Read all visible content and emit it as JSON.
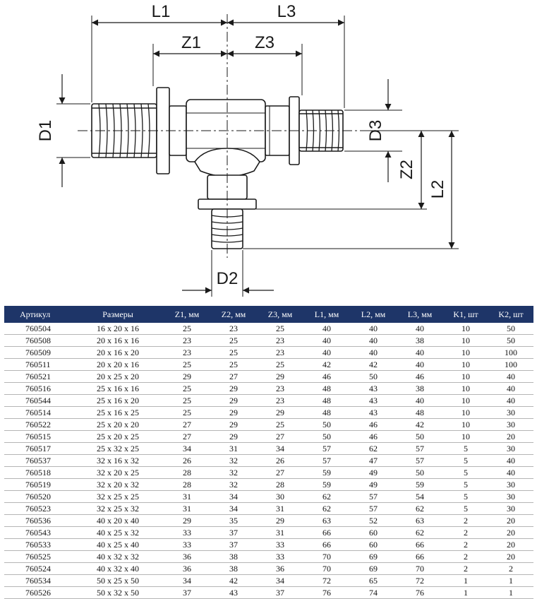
{
  "drawing": {
    "labels": {
      "L1": "L1",
      "L2": "L2",
      "L3": "L3",
      "Z1": "Z1",
      "Z2": "Z2",
      "Z3": "Z3",
      "D1": "D1",
      "D2": "D2",
      "D3": "D3"
    }
  },
  "table": {
    "headers": [
      "Артикул",
      "Размеры",
      "Z1, мм",
      "Z2, мм",
      "Z3, мм",
      "L1, мм",
      "L2, мм",
      "L3, мм",
      "K1, шт",
      "K2, шт"
    ],
    "rows": [
      [
        "760504",
        "16 x 20 x 16",
        "25",
        "23",
        "25",
        "40",
        "40",
        "40",
        "10",
        "50"
      ],
      [
        "760508",
        "20 x 16 x 16",
        "23",
        "25",
        "23",
        "40",
        "40",
        "38",
        "10",
        "50"
      ],
      [
        "760509",
        "20 x 16 x 20",
        "23",
        "25",
        "23",
        "40",
        "40",
        "40",
        "10",
        "100"
      ],
      [
        "760511",
        "20 x 20 x 16",
        "25",
        "25",
        "25",
        "42",
        "42",
        "40",
        "10",
        "100"
      ],
      [
        "760521",
        "20 x 25 x 20",
        "29",
        "27",
        "29",
        "46",
        "50",
        "46",
        "10",
        "40"
      ],
      [
        "760516",
        "25 x 16 x 16",
        "25",
        "29",
        "23",
        "48",
        "43",
        "38",
        "10",
        "40"
      ],
      [
        "760544",
        "25 x 16 x 20",
        "25",
        "29",
        "23",
        "48",
        "43",
        "40",
        "10",
        "40"
      ],
      [
        "760514",
        "25 x 16 x 25",
        "25",
        "29",
        "29",
        "48",
        "43",
        "48",
        "10",
        "30"
      ],
      [
        "760522",
        "25 x 20 x 20",
        "27",
        "29",
        "25",
        "50",
        "46",
        "42",
        "10",
        "30"
      ],
      [
        "760515",
        "25 x 20 x 25",
        "27",
        "29",
        "27",
        "50",
        "46",
        "50",
        "10",
        "20"
      ],
      [
        "760517",
        "25 x 32 x 25",
        "34",
        "31",
        "34",
        "57",
        "62",
        "57",
        "5",
        "30"
      ],
      [
        "760537",
        "32 x 16 x 32",
        "26",
        "32",
        "26",
        "57",
        "47",
        "57",
        "5",
        "40"
      ],
      [
        "760518",
        "32 x 20 x 25",
        "28",
        "32",
        "27",
        "59",
        "49",
        "50",
        "5",
        "40"
      ],
      [
        "760519",
        "32 x 20 x 32",
        "28",
        "32",
        "28",
        "59",
        "49",
        "59",
        "5",
        "30"
      ],
      [
        "760520",
        "32 x 25 x 25",
        "31",
        "34",
        "30",
        "62",
        "57",
        "54",
        "5",
        "30"
      ],
      [
        "760523",
        "32 x 25 x 32",
        "31",
        "34",
        "31",
        "62",
        "57",
        "62",
        "5",
        "30"
      ],
      [
        "760536",
        "40 x 20 x 40",
        "29",
        "35",
        "29",
        "63",
        "52",
        "63",
        "2",
        "20"
      ],
      [
        "760543",
        "40 x 25 x 32",
        "33",
        "37",
        "31",
        "66",
        "60",
        "62",
        "2",
        "20"
      ],
      [
        "760533",
        "40 x 25 x 40",
        "33",
        "37",
        "33",
        "66",
        "60",
        "66",
        "2",
        "20"
      ],
      [
        "760525",
        "40 x 32 x 32",
        "36",
        "38",
        "33",
        "70",
        "69",
        "66",
        "2",
        "20"
      ],
      [
        "760524",
        "40 x 32 x 40",
        "36",
        "38",
        "36",
        "70",
        "69",
        "70",
        "2",
        "2"
      ],
      [
        "760534",
        "50 x 25 x 50",
        "34",
        "42",
        "34",
        "72",
        "65",
        "72",
        "1",
        "1"
      ],
      [
        "760526",
        "50 x 32 x 50",
        "37",
        "43",
        "37",
        "76",
        "74",
        "76",
        "1",
        "1"
      ]
    ]
  }
}
